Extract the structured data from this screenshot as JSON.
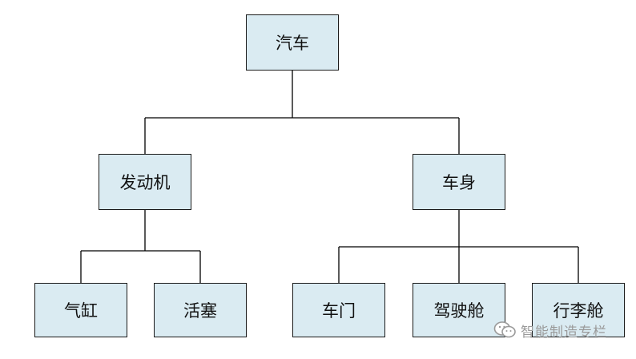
{
  "tree": {
    "root": {
      "label": "汽车"
    },
    "engine": {
      "label": "发动机",
      "children": [
        {
          "label": "气缸"
        },
        {
          "label": "活塞"
        }
      ]
    },
    "body": {
      "label": "车身",
      "children": [
        {
          "label": "车门"
        },
        {
          "label": "驾驶舱"
        },
        {
          "label": "行李舱"
        }
      ]
    }
  },
  "watermark": {
    "text": "智能制造专栏"
  },
  "colors": {
    "node_fill": "#daebf2",
    "node_border": "#1a1a1a",
    "line": "#000000"
  }
}
